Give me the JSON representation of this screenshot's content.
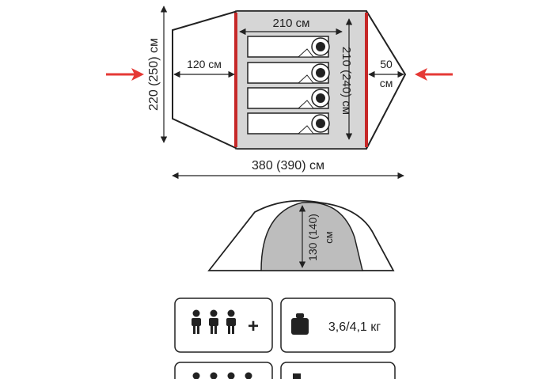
{
  "plan": {
    "overall_height": "220 (250) см",
    "inner_width": "210 см",
    "inner_depth": "210 (240) см",
    "vestibule_length": "120 см",
    "rear_apse_value": "50",
    "rear_apse_unit": "см",
    "overall_length": "380 (390) см",
    "sleepers": 4
  },
  "profile": {
    "height_value": "130 (140)",
    "height_unit": "см"
  },
  "specs": {
    "capacity_extra": "+",
    "weight": "3,6/4,1 кг"
  },
  "colors": {
    "outline": "#222222",
    "inner_tent": "#d6d6d6",
    "inner_border": "#c62828",
    "arrow": "#e53935",
    "profile_fill": "#bdbdbd",
    "profile_body": "#e9e9e9"
  }
}
